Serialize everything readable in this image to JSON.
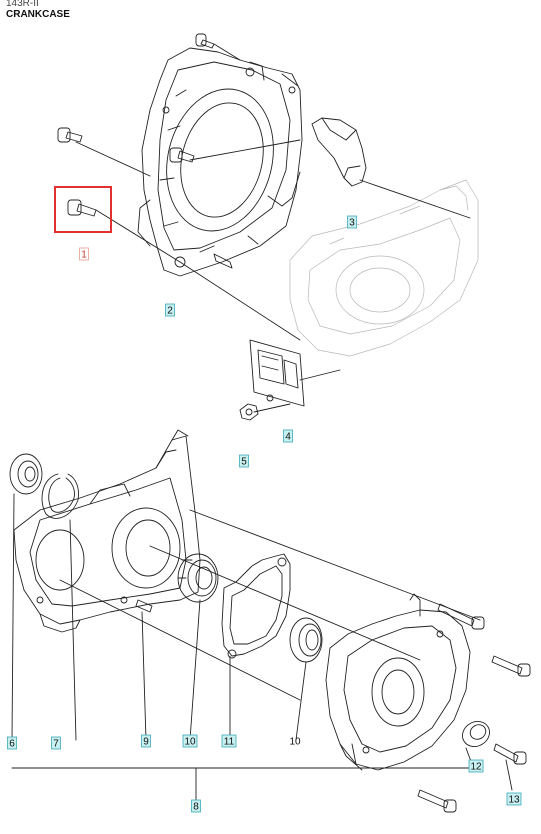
{
  "header": {
    "model": "143R-II",
    "title": "CRANKCASE"
  },
  "colors": {
    "label_fill": "#c8f0f0",
    "label_stroke": "#3aa8b8",
    "highlight": "#e03030",
    "selected_text": "#c0392b",
    "line": "#222222"
  },
  "parts": [
    {
      "id": "1",
      "label": "1",
      "selected": true,
      "boxed": false
    },
    {
      "id": "2",
      "label": "2",
      "selected": false,
      "boxed": true
    },
    {
      "id": "3",
      "label": "3",
      "selected": false,
      "boxed": true
    },
    {
      "id": "4",
      "label": "4",
      "selected": false,
      "boxed": true
    },
    {
      "id": "5",
      "label": "5",
      "selected": false,
      "boxed": true
    },
    {
      "id": "6",
      "label": "6",
      "selected": false,
      "boxed": true
    },
    {
      "id": "7",
      "label": "7",
      "selected": false,
      "boxed": true
    },
    {
      "id": "8",
      "label": "8",
      "selected": false,
      "boxed": true
    },
    {
      "id": "9",
      "label": "9",
      "selected": false,
      "boxed": true
    },
    {
      "id": "10a",
      "label": "10",
      "selected": false,
      "boxed": true
    },
    {
      "id": "11",
      "label": "11",
      "selected": false,
      "boxed": true
    },
    {
      "id": "10b",
      "label": "10",
      "selected": false,
      "boxed": false
    },
    {
      "id": "12",
      "label": "12",
      "selected": false,
      "boxed": true
    },
    {
      "id": "13",
      "label": "13",
      "selected": false,
      "boxed": true
    }
  ]
}
